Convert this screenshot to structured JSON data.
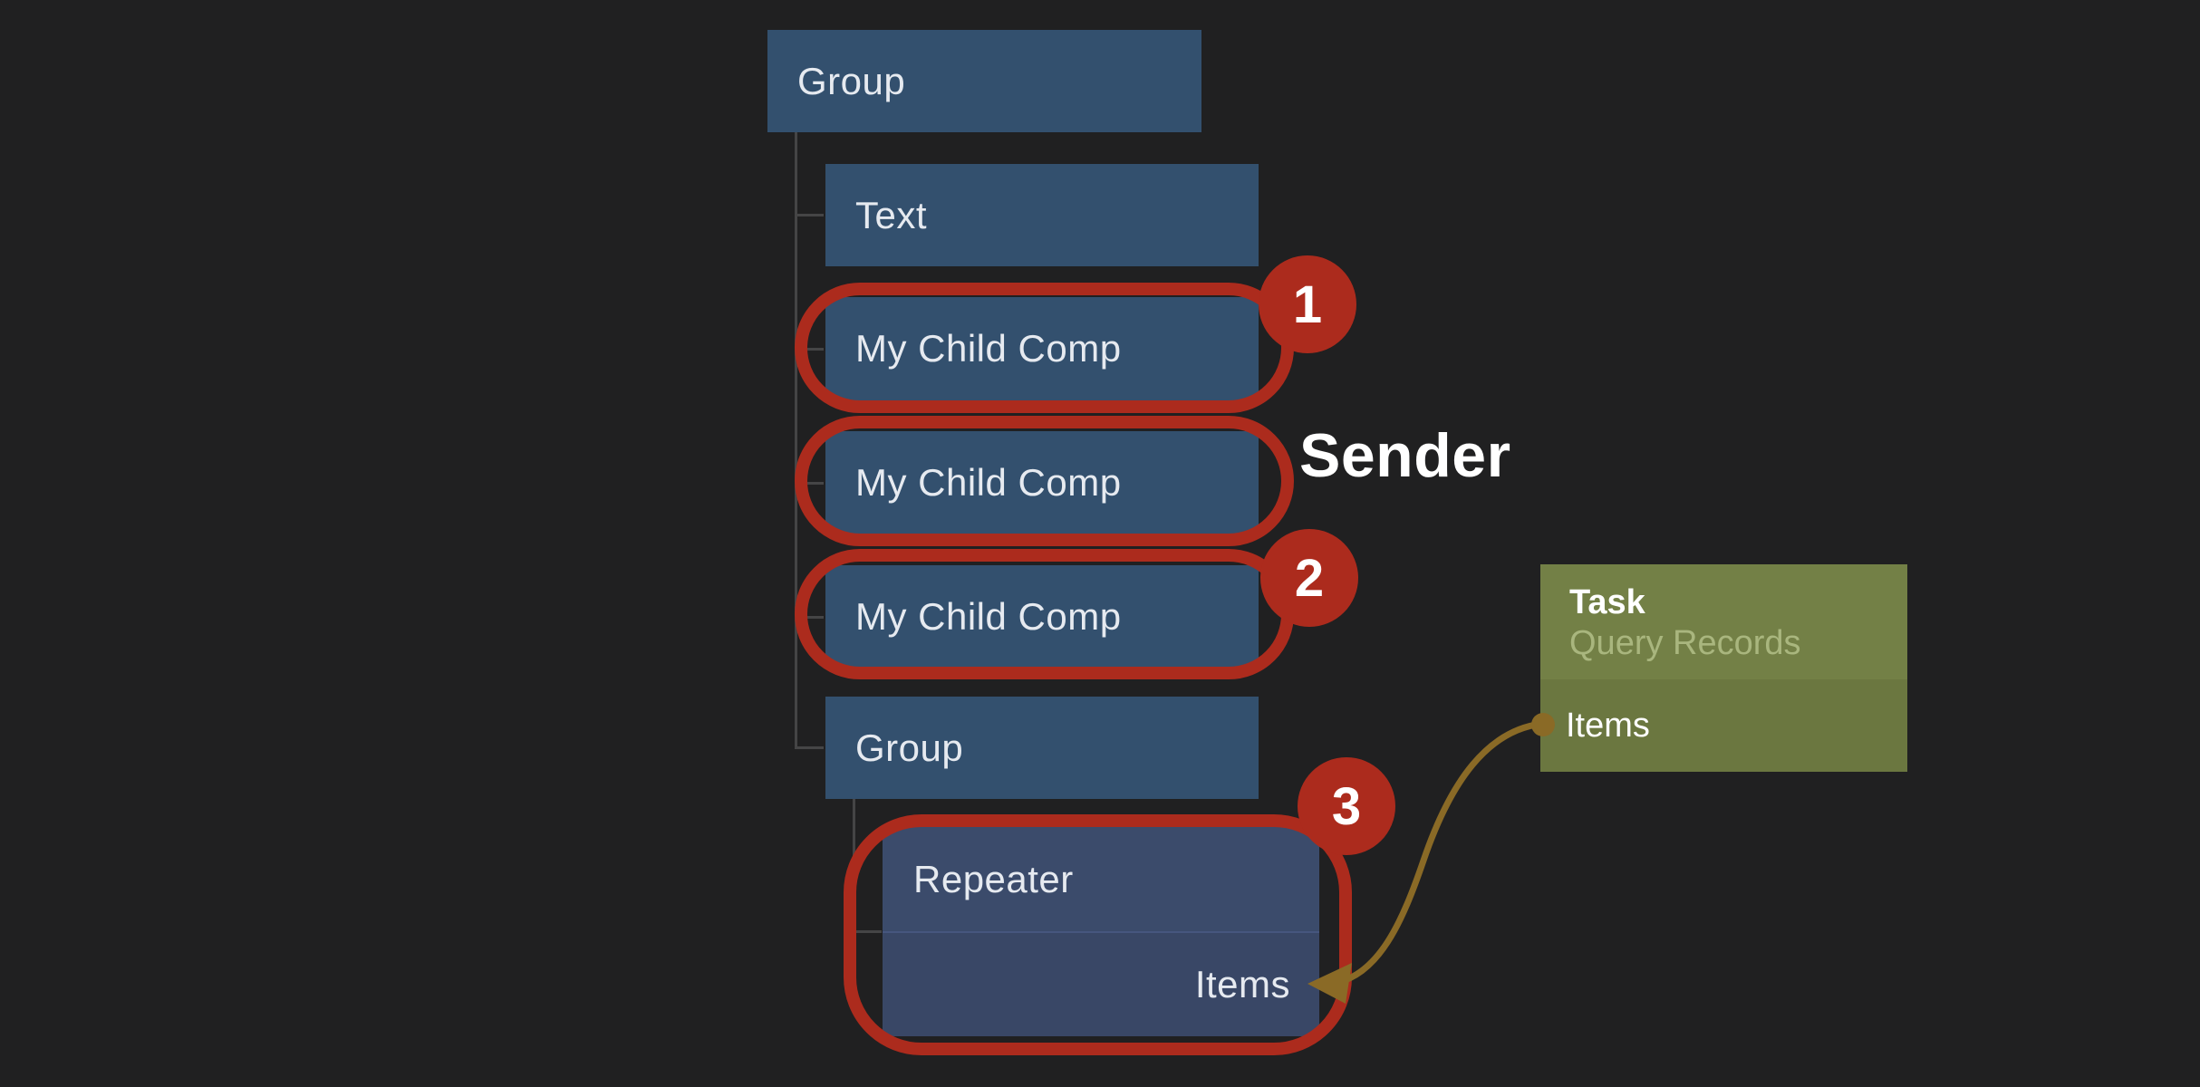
{
  "colors": {
    "background": "#202021",
    "node_blue": "#33506E",
    "repeater_top": "#3B4B6B",
    "repeater_bottom": "#394766",
    "task_green_top": "#738046",
    "task_green_bottom": "#6B7740",
    "annotation_red": "#AC2B1D",
    "arrow_gold": "#8A6A26",
    "connector_gray": "#454546"
  },
  "tree": {
    "root": {
      "label": "Group"
    },
    "children": [
      {
        "label": "Text"
      },
      {
        "label": "My Child Comp"
      },
      {
        "label": "My Child Comp"
      },
      {
        "label": "My Child Comp"
      },
      {
        "label": "Group"
      }
    ],
    "repeater": {
      "title": "Repeater",
      "port": "Items"
    }
  },
  "task_card": {
    "title": "Task",
    "subtitle": "Query Records",
    "port": "Items"
  },
  "annotations": {
    "sender": "Sender",
    "badges": [
      "1",
      "2",
      "3"
    ]
  }
}
